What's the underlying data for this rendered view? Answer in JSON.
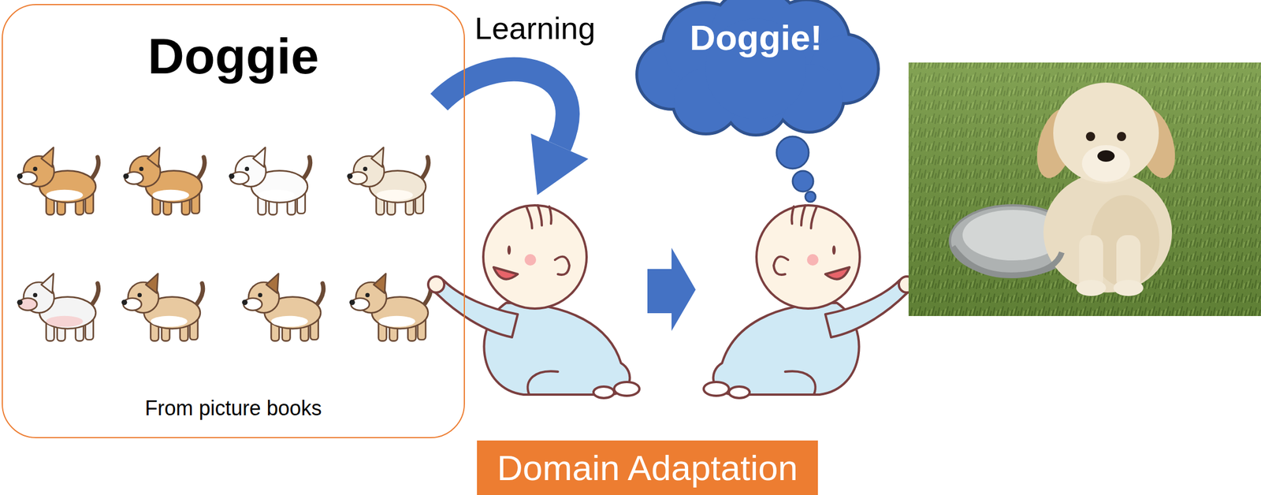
{
  "diagram": {
    "nodes": [
      {
        "text": [
          "Doggie",
          "From picture books"
        ]
      },
      {
        "text": [
          "Doggie!"
        ]
      },
      {
        "text": [
          "Domain Adaptation"
        ]
      }
    ],
    "labels": [
      "Learning"
    ]
  }
}
